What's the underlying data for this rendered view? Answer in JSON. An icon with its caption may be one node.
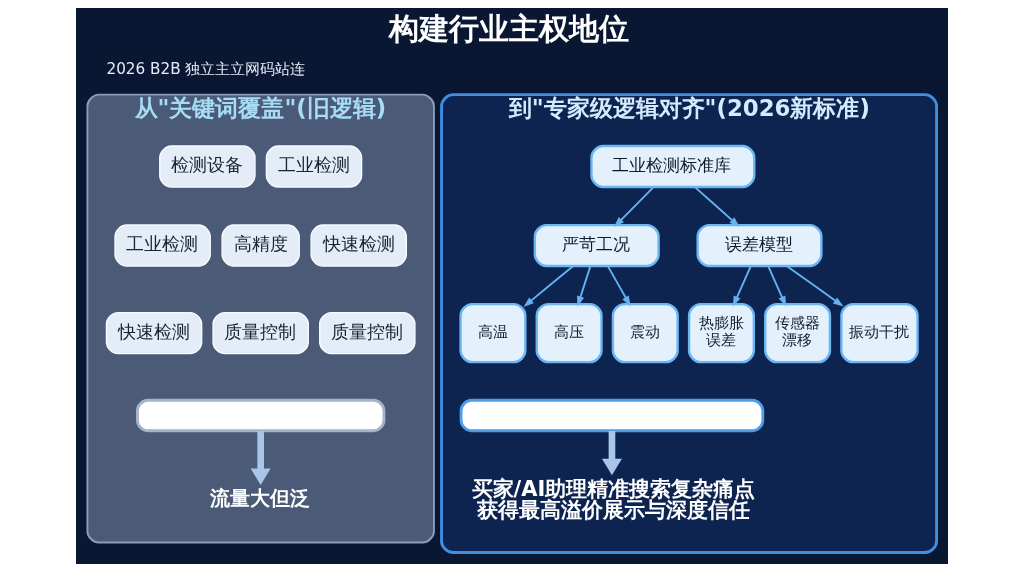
{
  "diagram": {
    "title": "构建行业主权地位",
    "nodes": [
      {
        "text": [
          "从\"关键词覆盖\"(旧逻辑)"
        ]
      },
      {
        "text": [
          "检测设备"
        ],
        "in": 0
      },
      {
        "text": [
          "工业检测"
        ],
        "in": 0
      },
      {
        "text": [
          "工业检测"
        ],
        "in": 0
      },
      {
        "text": [
          "高精度"
        ],
        "in": 0
      },
      {
        "text": [
          "快速检测"
        ],
        "in": 0
      },
      {
        "text": [
          "快速检测"
        ],
        "in": 0
      },
      {
        "text": [
          "质量控制"
        ],
        "in": 0
      },
      {
        "text": [
          "质量控制"
        ],
        "in": 0
      },
      {
        "text": [],
        "shape": "box",
        "in": 0
      },
      {
        "text": [
          "流量大但泛"
        ],
        "in": 0
      },
      {
        "text": [
          "到\"专家级逻辑对齐\"(2026新标准)"
        ]
      },
      {
        "text": [
          "工业检测标准库"
        ],
        "in": 11
      },
      {
        "text": [
          "严苛工况"
        ],
        "in": 11
      },
      {
        "text": [
          "误差模型"
        ],
        "in": 11
      },
      {
        "text": [
          "高温"
        ],
        "in": 11
      },
      {
        "text": [
          "高压"
        ],
        "in": 11
      },
      {
        "text": [
          "震动"
        ],
        "in": 11
      },
      {
        "text": [
          "热膨胀误差"
        ],
        "in": 11
      },
      {
        "text": [
          "传感器漂移"
        ],
        "in": 11
      },
      {
        "text": [
          "振动干扰"
        ],
        "in": 11
      },
      {
        "text": [],
        "shape": "box",
        "in": 11
      },
      {
        "text": [
          "买家/AI助理精准搜索复杂痛点获得最高溢价展示与深度信任"
        ],
        "in": 11
      }
    ],
    "edges": [
      {
        "from": 9,
        "to": 10,
        "arrow": "to",
        "style": "thick",
        "color": "#a9c6e8"
      },
      {
        "from": 12,
        "to": 13,
        "arrow": "to"
      },
      {
        "from": 12,
        "to": 14,
        "arrow": "to"
      },
      {
        "from": 13,
        "to": 15,
        "arrow": "to"
      },
      {
        "from": 13,
        "to": 16,
        "arrow": "to"
      },
      {
        "from": 13,
        "to": 17,
        "arrow": "to"
      },
      {
        "from": 14,
        "to": 18,
        "arrow": "to"
      },
      {
        "from": 14,
        "to": 19,
        "arrow": "to"
      },
      {
        "from": 14,
        "to": 20,
        "arrow": "to"
      },
      {
        "from": 21,
        "to": 22,
        "arrow": "to",
        "style": "thick",
        "color": "#a9c6e8"
      }
    ],
    "labels": [
      "2026 B2B 独立主立网码站连"
    ]
  }
}
